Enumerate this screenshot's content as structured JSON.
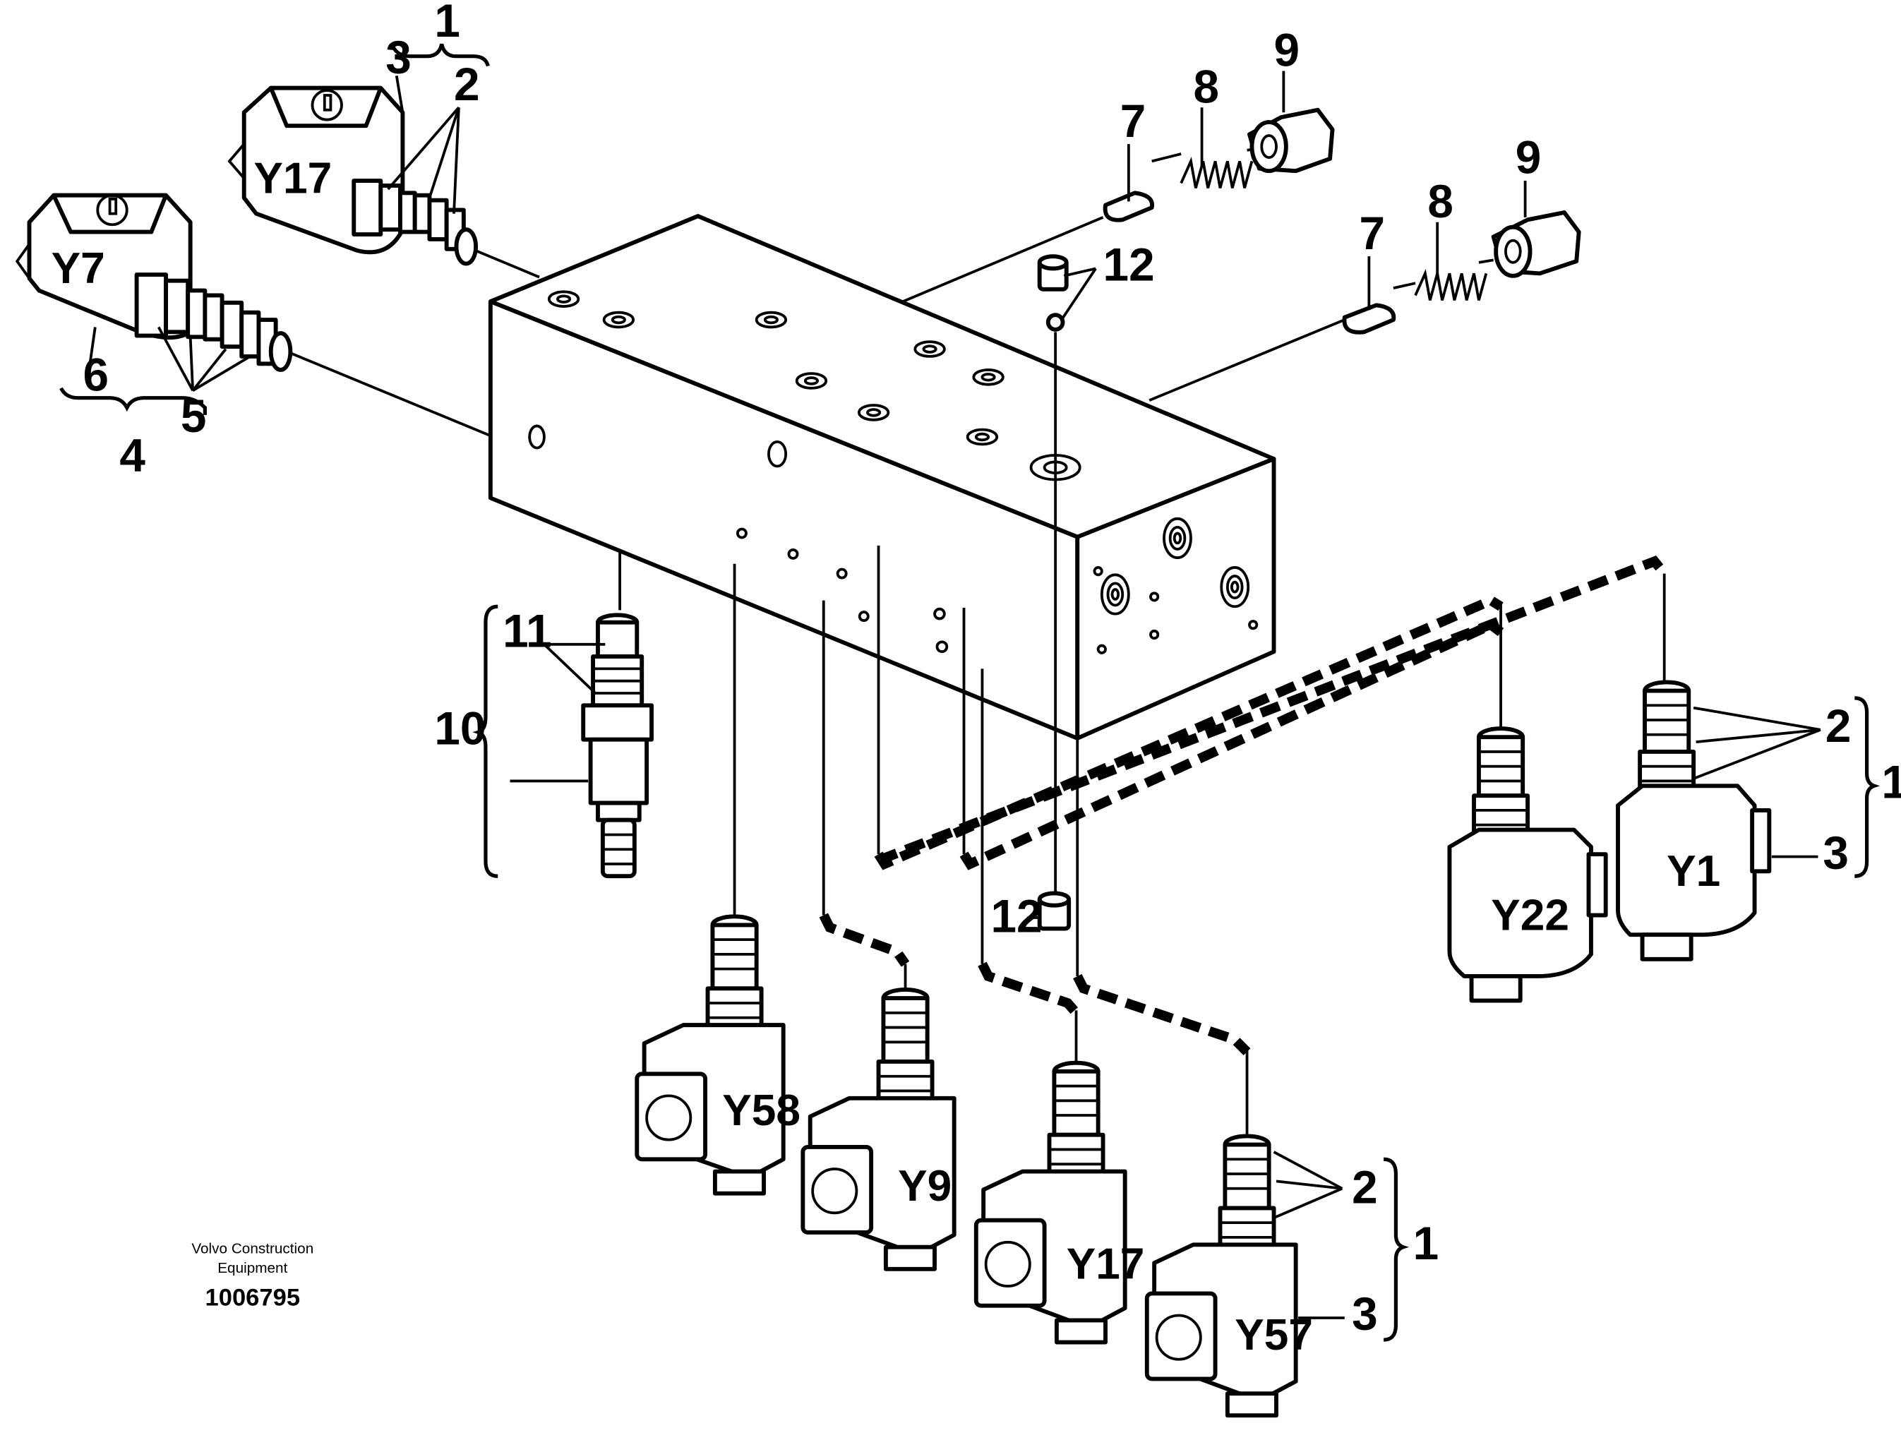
{
  "diagram": {
    "callouts": {
      "c1_top": "1",
      "c2_top": "2",
      "c3_top": "3",
      "c4": "4",
      "c5": "5",
      "c6": "6",
      "c7_a": "7",
      "c8_a": "8",
      "c9_a": "9",
      "c7_b": "7",
      "c8_b": "8",
      "c9_b": "9",
      "c10": "10",
      "c11": "11",
      "c12_top": "12",
      "c12_bot": "12",
      "c2_right": "2",
      "c1_right": "1",
      "c3_right": "3",
      "c2_bottom": "2",
      "c1_bottom": "1",
      "c3_bottom": "3"
    },
    "valves": {
      "y17_top": "Y17",
      "y7": "Y7",
      "y22": "Y22",
      "y1": "Y1",
      "y58": "Y58",
      "y9": "Y9",
      "y17_bottom": "Y17",
      "y57": "Y57"
    },
    "footer": {
      "company_line1": "Volvo Construction",
      "company_line2": "Equipment",
      "drawing_number": "1006795"
    }
  }
}
